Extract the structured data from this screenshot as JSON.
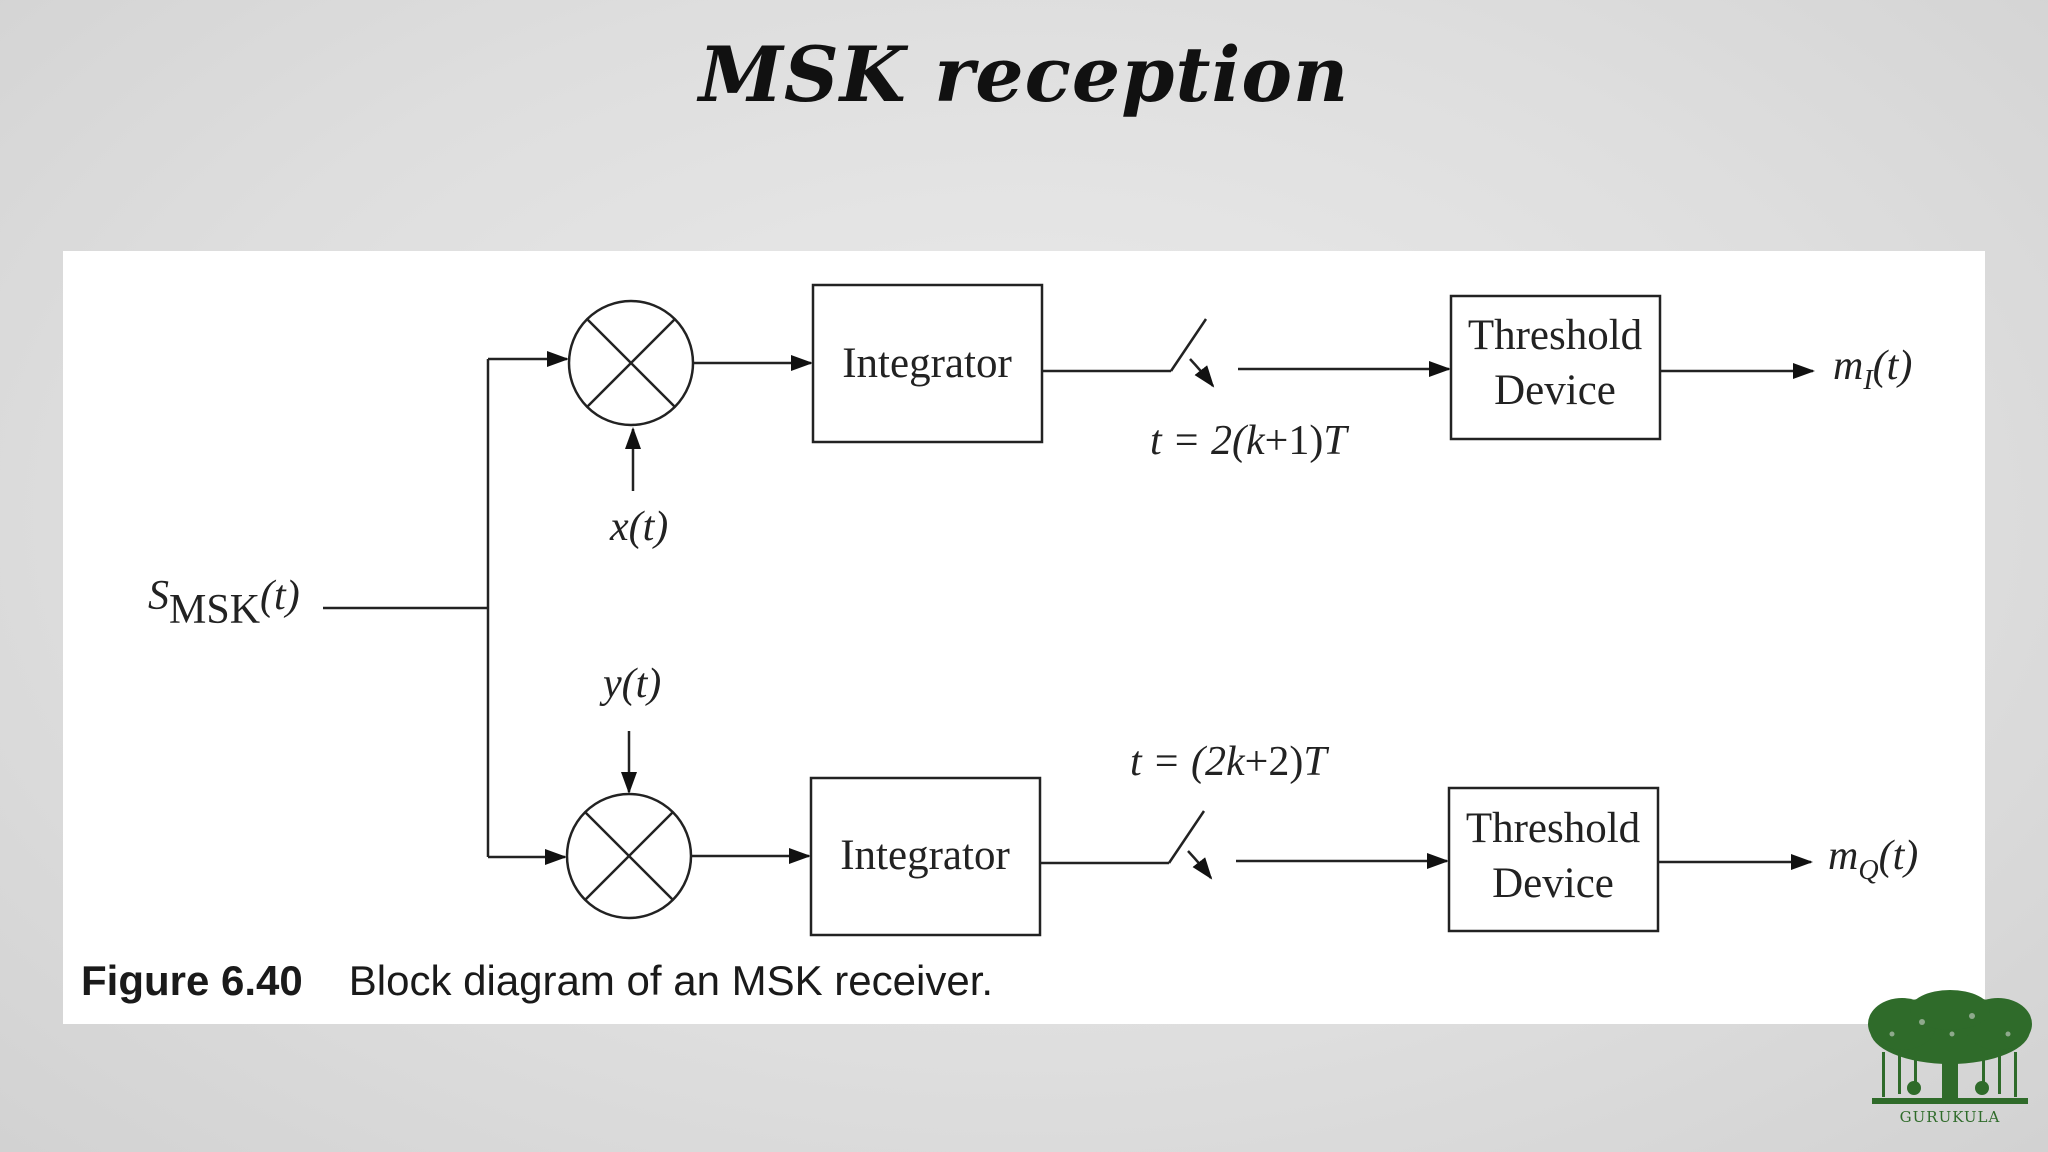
{
  "title": "MSK reception",
  "diagram": {
    "input_label": {
      "base": "S",
      "sub": "MSK",
      "arg": "(t)"
    },
    "upper_branch": {
      "carrier": "x(t)",
      "integrator": "Integrator",
      "sampling": {
        "prefix": "t = 2(",
        "k": "k",
        "suffix": "+1)",
        "T": "T"
      },
      "threshold": [
        "Threshold",
        "Device"
      ],
      "output": {
        "base": "m",
        "sub": "I",
        "arg": "(t)"
      }
    },
    "lower_branch": {
      "carrier": "y(t)",
      "integrator": "Integrator",
      "sampling": {
        "prefix": "t = (2",
        "k": "k",
        "suffix": "+2)",
        "T": "T"
      },
      "threshold": [
        "Threshold",
        "Device"
      ],
      "output": {
        "base": "m",
        "sub": "Q",
        "arg": "(t)"
      }
    }
  },
  "caption": {
    "number": "Figure 6.40",
    "text": "Block diagram of an MSK receiver."
  },
  "logo": {
    "text": "GURUKULA",
    "icon": "banyan-tree-icon",
    "color": "#2f6b2a"
  }
}
